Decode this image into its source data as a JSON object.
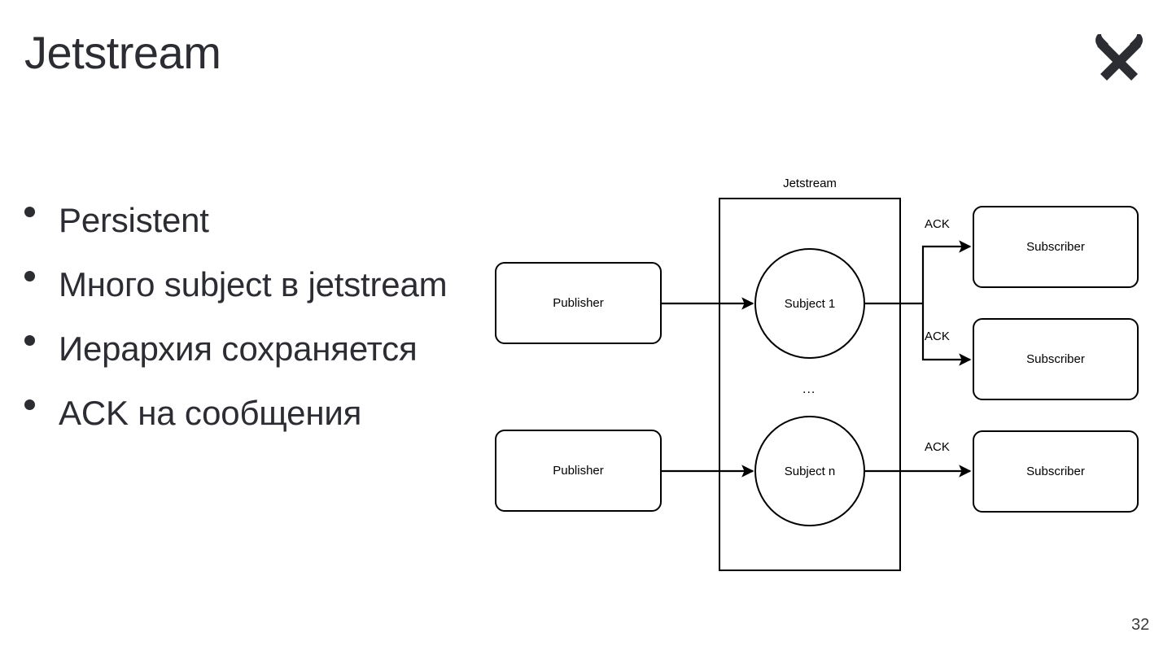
{
  "slide": {
    "title": "Jetstream",
    "page_number": "32",
    "logo_icon": "crossed-hammers-icon",
    "colors": {
      "text": "#2b2d33",
      "diagram_stroke": "#000000",
      "background": "#ffffff",
      "page_number": "#3c3c3c"
    }
  },
  "bullets": [
    {
      "text": "Persistent"
    },
    {
      "text": "Много subject в jetstream"
    },
    {
      "text": "Иерархия сохраняется"
    },
    {
      "text": "ACK на сообщения"
    }
  ],
  "diagram": {
    "container_label": "Jetstream",
    "ellipsis": "...",
    "publishers": [
      {
        "label": "Publisher"
      },
      {
        "label": "Publisher"
      }
    ],
    "subjects": [
      {
        "label": "Subject 1"
      },
      {
        "label": "Subject n"
      }
    ],
    "subscribers": [
      {
        "label": "Subscriber"
      },
      {
        "label": "Subscriber"
      },
      {
        "label": "Subscriber"
      }
    ],
    "ack_labels": [
      {
        "text": "ACK"
      },
      {
        "text": "ACK"
      },
      {
        "text": "ACK"
      }
    ]
  }
}
